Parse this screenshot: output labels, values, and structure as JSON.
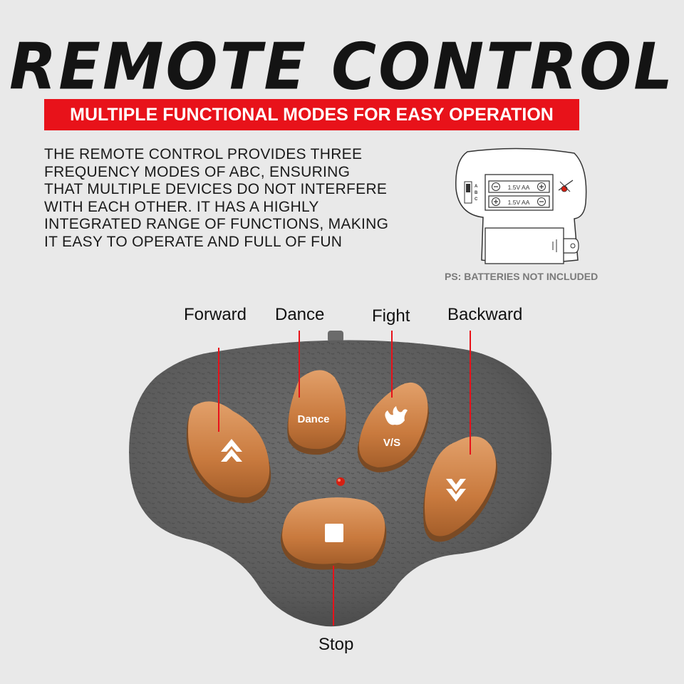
{
  "title": "REMOTE CONTROL",
  "banner": "MULTIPLE FUNCTIONAL MODES FOR EASY OPERATION",
  "description_lines": [
    "THE REMOTE CONTROL PROVIDES THREE",
    "FREQUENCY MODES OF ABC, ENSURING",
    "THAT MULTIPLE DEVICES DO NOT INTERFERE",
    "WITH EACH OTHER. IT HAS A HIGHLY",
    "INTEGRATED RANGE OF FUNCTIONS, MAKING",
    "IT EASY TO OPERATE AND FULL OF FUN"
  ],
  "battery_diagram": {
    "battery_label_1": "1.5V AA",
    "battery_label_2": "1.5V AA",
    "switch_labels": [
      "A",
      "B",
      "C"
    ]
  },
  "battery_note": "PS: BATTERIES NOT INCLUDED",
  "callouts": {
    "forward": "Forward",
    "dance": "Dance",
    "fight": "Fight",
    "backward": "Backward",
    "stop": "Stop"
  },
  "buttons": {
    "dance_label": "Dance",
    "fight_label": "V/S",
    "forward_icon": "double-chevron-up-icon",
    "backward_icon": "double-chevron-down-icon",
    "stop_icon": "square-stop-icon",
    "fight_icon": "fight-splash-icon"
  },
  "colors": {
    "banner_red": "#e8121a",
    "button_orange": "#c97a3e",
    "body_gray": "#5d5d5d",
    "callout_line": "#e8121a",
    "led": "#d61f12"
  }
}
